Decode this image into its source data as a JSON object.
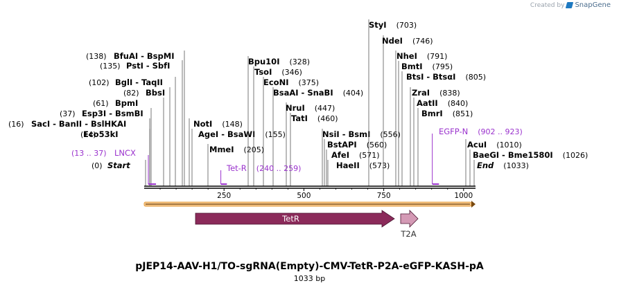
{
  "credit": {
    "prefix": "Created by",
    "brand": "SnapGene"
  },
  "plasmid": {
    "name": "pJEP14-AAV-H1/TO-sgRNA(Empty)-CMV-TetR-P2A-eGFP-KASH-pA",
    "size_label": "1033 bp",
    "length": 1033
  },
  "ruler": {
    "ticks": [
      {
        "pos": 250,
        "label": "250"
      },
      {
        "pos": 500,
        "label": "500"
      },
      {
        "pos": 750,
        "label": "750"
      },
      {
        "pos": 1000,
        "label": "1000"
      }
    ]
  },
  "sites": [
    {
      "pos": 0,
      "label": "Start",
      "num": "(0)",
      "side": "left",
      "style": "italic"
    },
    {
      "pos": 14,
      "label": "Eco53kI",
      "num": "(14)",
      "side": "left"
    },
    {
      "pos": 16,
      "label": "SacI  -  BanII  -  BslHKAI",
      "num": "(16)",
      "side": "left"
    },
    {
      "pos": 37,
      "label": "Esp3I  -  BsmBI",
      "num": "(37)",
      "side": "left"
    },
    {
      "pos": 61,
      "label": "BpmI",
      "num": "(61)",
      "side": "left"
    },
    {
      "pos": 82,
      "label": "BbsI",
      "num": "(82)",
      "side": "left"
    },
    {
      "pos": 102,
      "label": "BglI  -  TaqII",
      "num": "(102)",
      "side": "left"
    },
    {
      "pos": 135,
      "label": "PstI  -  SbfI",
      "num": "(135)",
      "side": "left"
    },
    {
      "pos": 138,
      "label": "BfuAI  -  BspMI",
      "num": "(138)",
      "side": "left"
    },
    {
      "pos": 148,
      "label": "NotI",
      "num": "(148)",
      "side": "right"
    },
    {
      "pos": 155,
      "label": "AgeI  -  BsaWI",
      "num": "(155)",
      "side": "right"
    },
    {
      "pos": 205,
      "label": "MmeI",
      "num": "(205)",
      "side": "right"
    },
    {
      "pos": 328,
      "label": "Bpu10I",
      "num": "(328)",
      "side": "right"
    },
    {
      "pos": 346,
      "label": "TsoI",
      "num": "(346)",
      "side": "right"
    },
    {
      "pos": 375,
      "label": "EcoNI",
      "num": "(375)",
      "side": "right"
    },
    {
      "pos": 404,
      "label": "BsaAI  -  SnaBI",
      "num": "(404)",
      "side": "right"
    },
    {
      "pos": 447,
      "label": "NruI",
      "num": "(447)",
      "side": "right"
    },
    {
      "pos": 460,
      "label": "TatI",
      "num": "(460)",
      "side": "right"
    },
    {
      "pos": 556,
      "label": "NsiI  -  BsmI",
      "num": "(556)",
      "side": "right"
    },
    {
      "pos": 560,
      "label": "BstAPI",
      "num": "(560)",
      "side": "right"
    },
    {
      "pos": 571,
      "label": "AfeI",
      "num": "(571)",
      "side": "right"
    },
    {
      "pos": 573,
      "label": "HaeII",
      "num": "(573)",
      "side": "right"
    },
    {
      "pos": 703,
      "label": "StyI",
      "num": "(703)",
      "side": "right"
    },
    {
      "pos": 746,
      "label": "NdeI",
      "num": "(746)",
      "side": "right"
    },
    {
      "pos": 791,
      "label": "NheI",
      "num": "(791)",
      "side": "right"
    },
    {
      "pos": 795,
      "label": "BmtI",
      "num": "(795)",
      "side": "right"
    },
    {
      "pos": 805,
      "label": "BtsI  -  BtsαI",
      "num": "(805)",
      "side": "right"
    },
    {
      "pos": 838,
      "label": "ZraI",
      "num": "(838)",
      "side": "right"
    },
    {
      "pos": 840,
      "label": "AatII",
      "num": "(840)",
      "side": "right"
    },
    {
      "pos": 851,
      "label": "BmrI",
      "num": "(851)",
      "side": "right"
    },
    {
      "pos": 1010,
      "label": "AcuI",
      "num": "(1010)",
      "side": "right"
    },
    {
      "pos": 1026,
      "label": "BaeGI  -  Bme1580I",
      "num": "(1026)",
      "side": "right"
    },
    {
      "pos": 1033,
      "label": "End",
      "num": "(1033)",
      "side": "right",
      "style": "italic"
    }
  ],
  "primers": [
    {
      "name": "LNCX",
      "range": "(13 .. 37)",
      "start": 13,
      "end": 37,
      "label_side": "left"
    },
    {
      "name": "Tet-R",
      "range": "(240 .. 259)",
      "start": 240,
      "end": 259,
      "label_side": "right"
    },
    {
      "name": "EGFP-N",
      "range": "(902 .. 923)",
      "start": 902,
      "end": 923,
      "label_side": "right"
    }
  ],
  "features": [
    {
      "name": "TetR",
      "start": 165,
      "end": 785,
      "color": "#8b2a5a",
      "label_inside": true
    },
    {
      "name": "T2A",
      "start": 803,
      "end": 860,
      "color": "#d49ab5",
      "label_inside": false
    }
  ],
  "colors": {
    "primer": "#9a32cd",
    "backbone": "#000000",
    "orf_bar_fill": "#f2c48a",
    "orf_bar_stroke": "#e8a040"
  }
}
